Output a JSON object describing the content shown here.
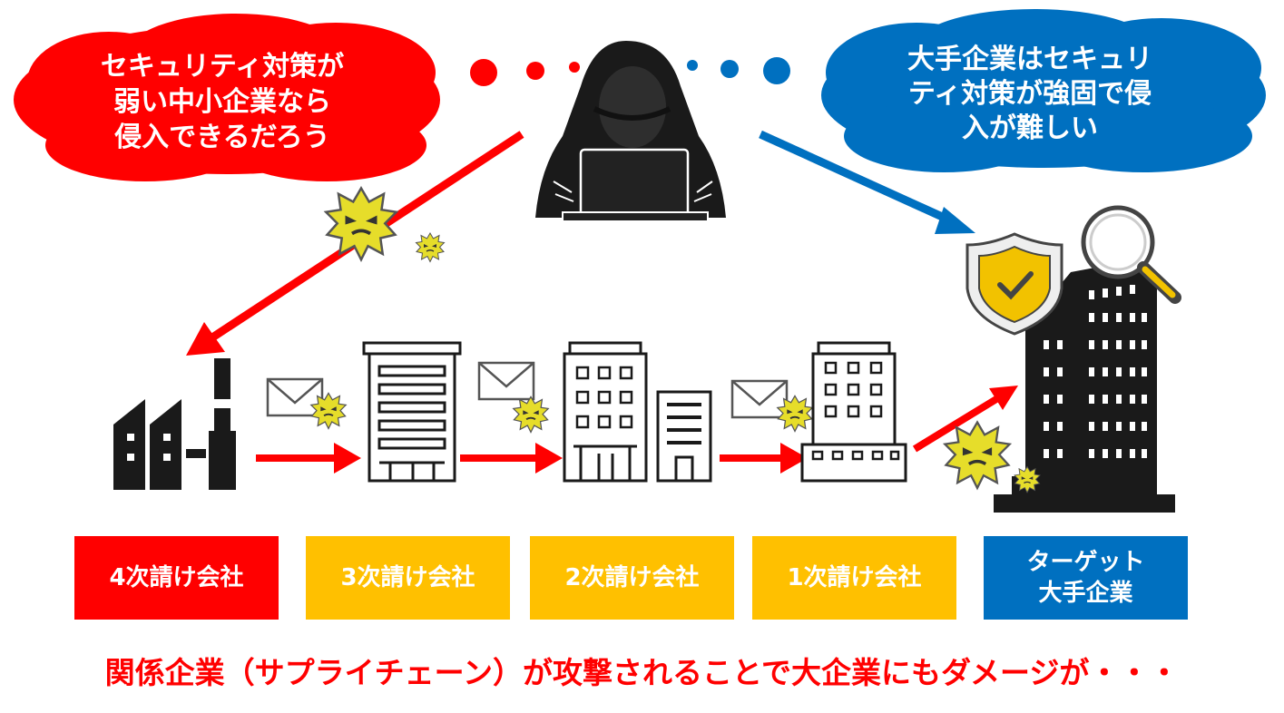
{
  "left_bubble": {
    "lines": [
      "セキュリティ対策が",
      "弱い中小企業なら",
      "侵入できるだろう"
    ],
    "color": "#ff0000"
  },
  "right_bubble": {
    "lines": [
      "大手企業はセキュリ",
      "ティ対策が強固で侵",
      "入が難しい"
    ],
    "color": "#0070c0"
  },
  "labels": [
    {
      "text": "4次請け会社",
      "bg": "#ff0000",
      "fg": "#ffffff"
    },
    {
      "text": "3次請け会社",
      "bg": "#ffc000",
      "fg": "#ffffff"
    },
    {
      "text": "2次請け会社",
      "bg": "#ffc000",
      "fg": "#ffffff"
    },
    {
      "text": "1次請け会社",
      "bg": "#ffc000",
      "fg": "#ffffff"
    },
    {
      "text": "ターゲット\n大手企業",
      "bg": "#0070c0",
      "fg": "#ffffff"
    }
  ],
  "footer": "関係企業（サプライチェーン）が攻撃されることで大企業にもダメージが・・・",
  "colors": {
    "attack_arrow": "#ff0000",
    "blocked_arrow": "#0070c0",
    "virus": "#e6dd2a",
    "shield": "#f2c200"
  },
  "icons": [
    "hacker-icon",
    "virus-icon",
    "email-icon",
    "factory-icon",
    "building-icon",
    "shield-check-icon",
    "magnifier-icon"
  ]
}
